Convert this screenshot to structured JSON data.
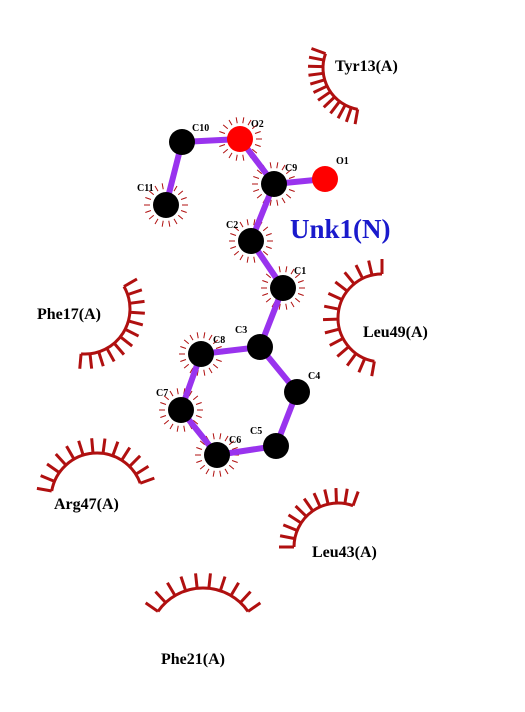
{
  "ligand": {
    "name": "Unk1(N)",
    "color": "#1a1acc"
  },
  "colors": {
    "bond": "#9933ee",
    "carbon": "#000000",
    "oxygen": "#ff0000",
    "residue": "#b01010"
  },
  "atoms": [
    {
      "id": "C10",
      "label": "C10",
      "element": "C"
    },
    {
      "id": "O2",
      "label": "O2",
      "element": "O"
    },
    {
      "id": "C9",
      "label": "C9",
      "element": "C"
    },
    {
      "id": "O1",
      "label": "O1",
      "element": "O"
    },
    {
      "id": "C11",
      "label": "C11",
      "element": "C"
    },
    {
      "id": "C2",
      "label": "C2",
      "element": "C"
    },
    {
      "id": "C1",
      "label": "C1",
      "element": "C"
    },
    {
      "id": "C3",
      "label": "C3",
      "element": "C"
    },
    {
      "id": "C8",
      "label": "C8",
      "element": "C"
    },
    {
      "id": "C4",
      "label": "C4",
      "element": "C"
    },
    {
      "id": "C7",
      "label": "C7",
      "element": "C"
    },
    {
      "id": "C5",
      "label": "C5",
      "element": "C"
    },
    {
      "id": "C6",
      "label": "C6",
      "element": "C"
    }
  ],
  "bonds": [
    [
      "C11",
      "C10"
    ],
    [
      "C10",
      "O2"
    ],
    [
      "O2",
      "C9"
    ],
    [
      "C9",
      "O1"
    ],
    [
      "C9",
      "C2"
    ],
    [
      "C2",
      "C1"
    ],
    [
      "C1",
      "C3"
    ],
    [
      "C3",
      "C8"
    ],
    [
      "C3",
      "C4"
    ],
    [
      "C8",
      "C7"
    ],
    [
      "C7",
      "C6"
    ],
    [
      "C6",
      "C5"
    ],
    [
      "C5",
      "C4"
    ]
  ],
  "residues": [
    {
      "id": "tyr13",
      "label": "Tyr13(A)"
    },
    {
      "id": "phe17",
      "label": "Phe17(A)"
    },
    {
      "id": "leu49",
      "label": "Leu49(A)"
    },
    {
      "id": "arg47",
      "label": "Arg47(A)"
    },
    {
      "id": "leu43",
      "label": "Leu43(A)"
    },
    {
      "id": "phe21",
      "label": "Phe21(A)"
    }
  ]
}
